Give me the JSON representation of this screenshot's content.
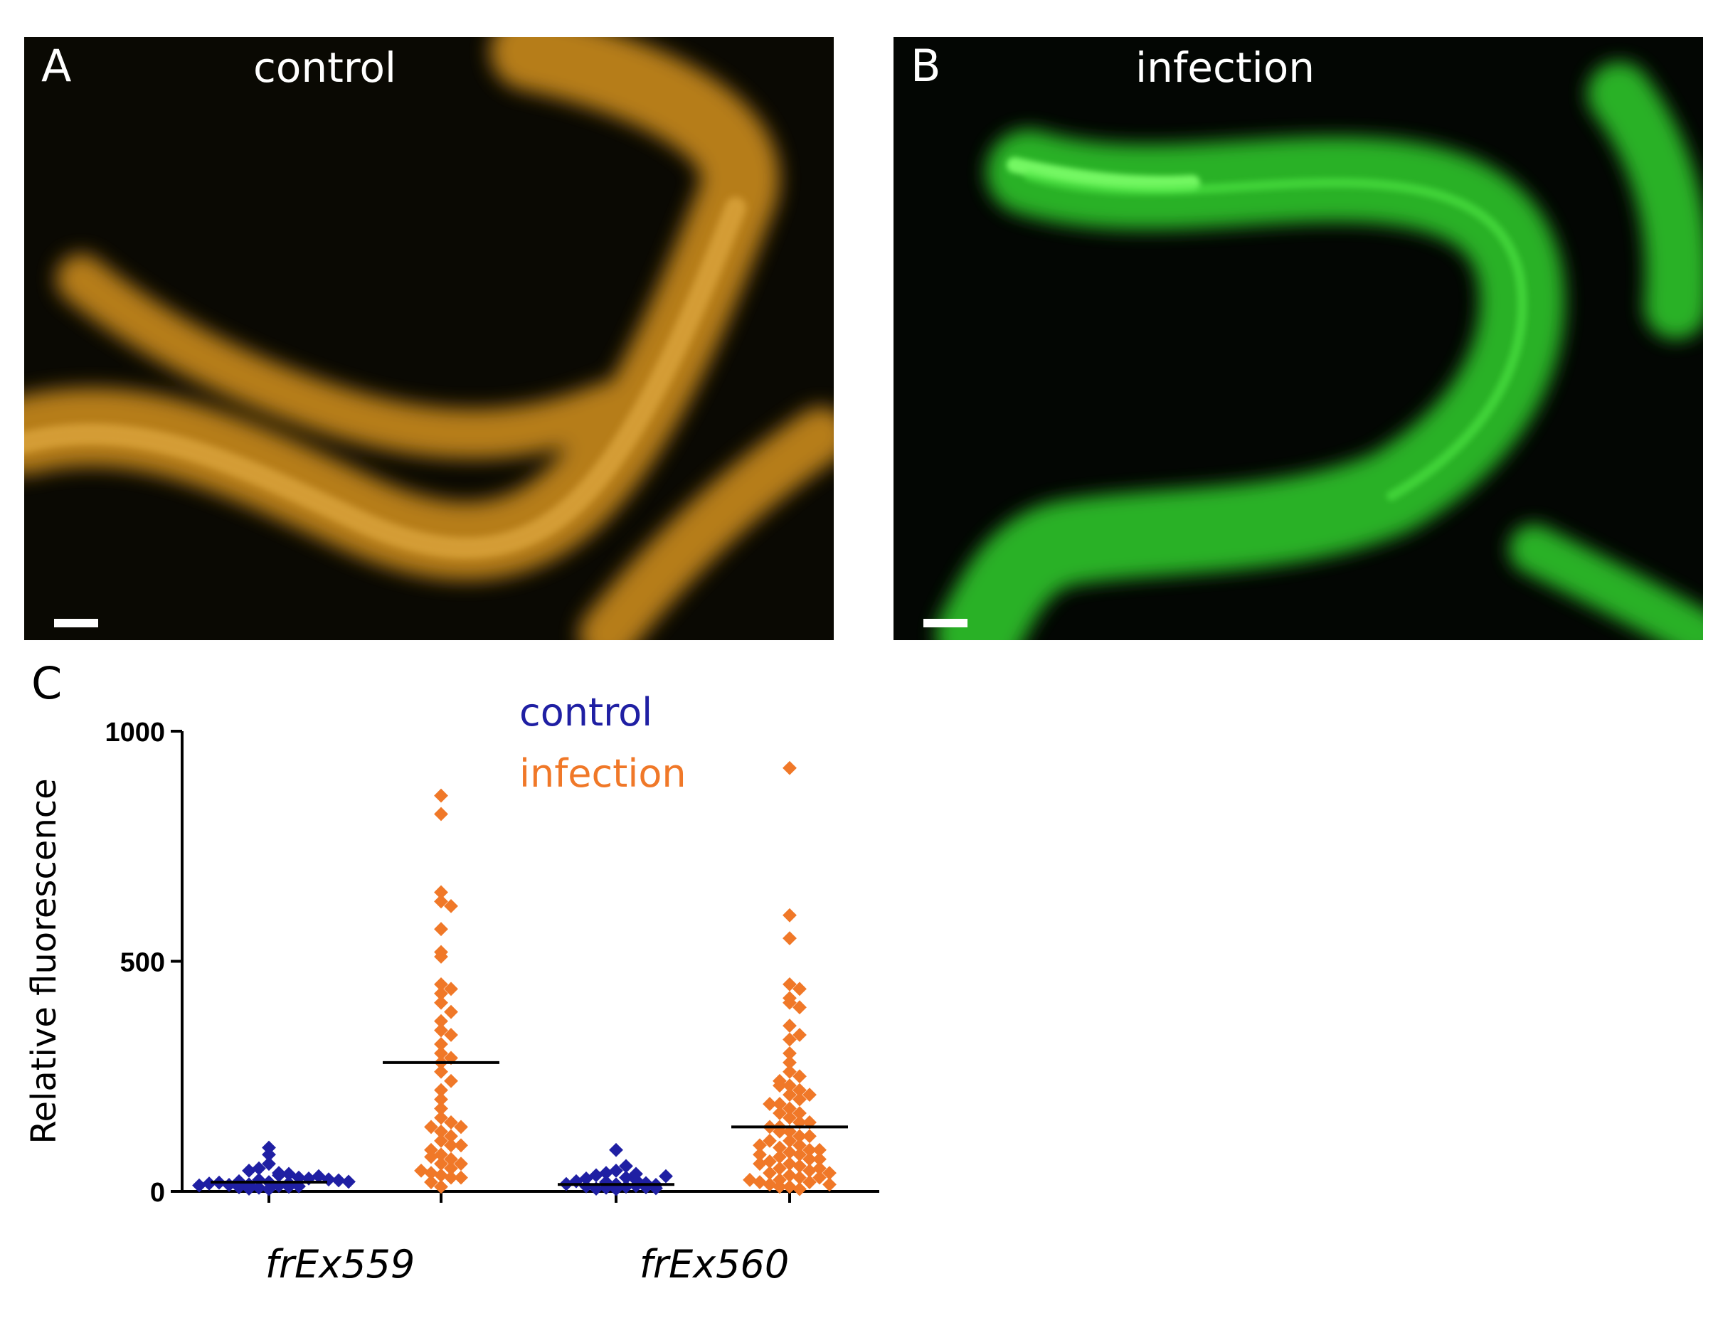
{
  "panels": {
    "a": {
      "letter": "A",
      "title": "control"
    },
    "b": {
      "letter": "B",
      "title": "infection"
    },
    "c": {
      "letter": "C"
    }
  },
  "colors": {
    "control": "#1f1fa3",
    "infection": "#f07828",
    "panel_a_worm": "#c98a1e",
    "panel_b_worm": "#2ec42c"
  },
  "chart_data": {
    "type": "scatter",
    "title": "",
    "xlabel": "",
    "ylabel": "Relative fluorescence",
    "ylim": [
      0,
      1000
    ],
    "yticks": [
      "0",
      "500",
      "1000"
    ],
    "categories": [
      "frEx559",
      "frEx560"
    ],
    "grid": false,
    "legend_position": "top-center",
    "series": [
      {
        "name": "control",
        "values": [
          [
            20,
            5,
            12,
            35,
            8,
            25,
            18,
            95,
            80,
            60,
            40,
            15,
            30,
            22,
            10,
            28,
            14,
            6,
            50,
            33,
            19,
            11,
            26,
            9,
            38,
            17,
            24,
            45,
            13,
            21
          ],
          [
            5,
            10,
            15,
            30,
            45,
            20,
            8,
            25,
            90,
            55,
            35,
            12,
            18,
            40,
            6,
            28,
            14,
            22,
            9,
            33,
            16,
            11,
            38,
            7
          ]
        ],
        "means": [
          20,
          15
        ]
      },
      {
        "name": "infection",
        "values": [
          [
            860,
            820,
            650,
            630,
            620,
            570,
            520,
            510,
            450,
            440,
            430,
            410,
            390,
            370,
            350,
            340,
            320,
            300,
            290,
            280,
            260,
            240,
            220,
            200,
            180,
            160,
            150,
            140,
            130,
            120,
            110,
            100,
            90,
            80,
            70,
            60,
            50,
            40,
            35,
            30,
            20,
            10,
            100,
            140,
            60,
            45,
            30,
            75
          ],
          [
            920,
            600,
            550,
            450,
            440,
            420,
            410,
            400,
            360,
            340,
            330,
            300,
            280,
            260,
            250,
            240,
            230,
            220,
            210,
            200,
            190,
            180,
            170,
            160,
            150,
            140,
            130,
            120,
            110,
            100,
            95,
            90,
            85,
            80,
            75,
            70,
            65,
            60,
            55,
            50,
            45,
            40,
            35,
            30,
            25,
            20,
            15,
            10,
            5,
            230,
            210,
            190,
            170,
            150,
            130,
            110,
            90,
            70,
            50,
            30,
            20,
            15,
            10,
            60,
            80,
            100,
            120,
            140,
            40,
            25
          ]
        ],
        "means": [
          280,
          140
        ]
      }
    ]
  }
}
